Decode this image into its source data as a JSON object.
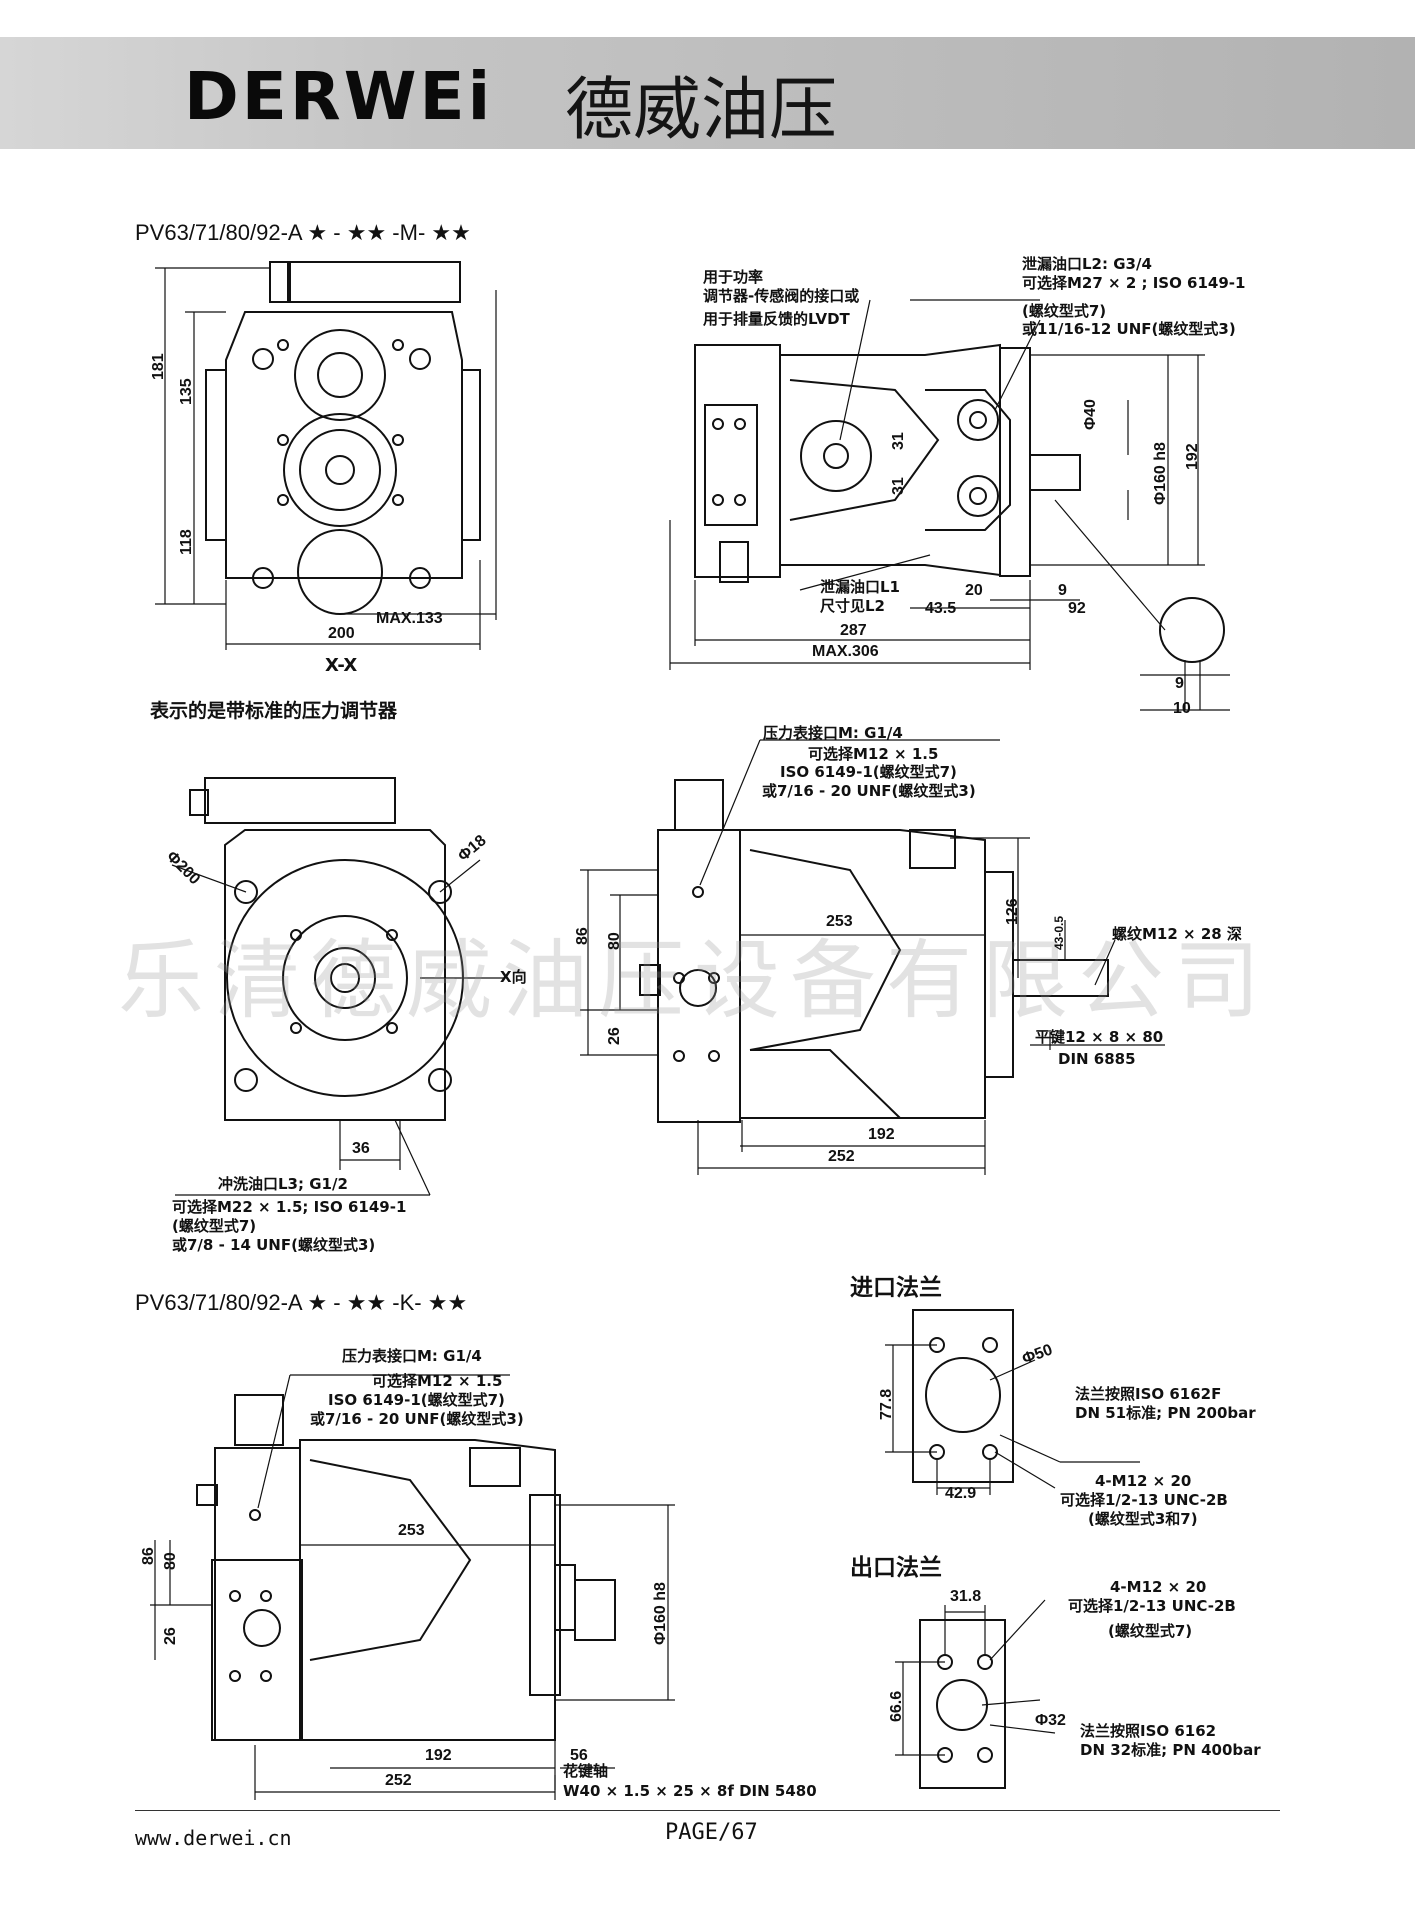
{
  "header": {
    "brand_latin": "DERWEi",
    "brand_cn": "德威油压"
  },
  "sections": {
    "m_title": "PV63/71/80/92-A ★ - ★★ -M- ★★",
    "k_title": "PV63/71/80/92-A ★ - ★★ -K- ★★",
    "pressure_caption": "表示的是带标准的压力调节器",
    "xx_label": "X-X",
    "x_dir": "X向"
  },
  "notes": {
    "n1": "用于功率",
    "n2": "调节器-传感阀的接口或",
    "n3": "用于排量反馈的LVDT",
    "l2_1": "泄漏油口L2: G3/4",
    "l2_2": "可选择M27 × 2 ; ISO 6149-1",
    "l2_3": "(螺纹型式7)",
    "l2_4": "或11/16-12 UNF(螺纹型式3)",
    "l1_1": "泄漏油口L1",
    "l1_2": "尺寸见L2",
    "m_1": "压力表接口M: G1/4",
    "m_2": "可选择M12 × 1.5",
    "m_3": "ISO 6149-1(螺纹型式7)",
    "m_4": "或7/16 - 20 UNF(螺纹型式3)",
    "l3_1": "冲洗油口L3; G1/2",
    "l3_2": "可选择M22 × 1.5; ISO 6149-1",
    "l3_3": "(螺纹型式7)",
    "l3_4": "或7/8 - 14 UNF(螺纹型式3)",
    "thread": "螺纹M12 × 28 深",
    "key_1": "平键12 × 8 × 80",
    "key_2": "DIN 6885",
    "k_m_1": "压力表接口M:  G1/4",
    "k_m_2": "可选择M12 × 1.5",
    "k_m_3": "ISO 6149-1(螺纹型式7)",
    "k_m_4": "或7/16 - 20 UNF(螺纹型式3)",
    "spline_1": "花键轴",
    "spline_2": "W40 × 1.5 × 25 × 8f  DIN 5480"
  },
  "dims": {
    "d181": "181",
    "d135": "135",
    "d118": "118",
    "d200": "200",
    "max133": "MAX.133",
    "d287": "287",
    "max306": "MAX.306",
    "d43_5": "43.5",
    "d20": "20",
    "d9": "9",
    "d92": "92",
    "d31a": "31",
    "d31b": "31",
    "phi40": "Φ40",
    "phi160": "Φ160 h8",
    "d192v": "192",
    "d9b": "9",
    "d10": "10",
    "phi200": "Φ200",
    "phi18": "Φ18",
    "d36": "36",
    "d86": "86",
    "d80": "80",
    "d26": "26",
    "d253": "253",
    "d126": "126",
    "d43_s": "43-0.5",
    "d192": "192",
    "d252": "252",
    "k86": "86",
    "k80": "80",
    "k26": "26",
    "k253": "253",
    "kphi160": "Φ160 h8",
    "k56": "56",
    "k192": "192",
    "k252": "252"
  },
  "inlet": {
    "title": "进口法兰",
    "dim_77_8": "77.8",
    "dim_42_9": "42.9",
    "phi50": "Φ50",
    "std_1": "法兰按照ISO 6162F",
    "std_2": "DN 51标准; PN 200bar",
    "bolt_1": "4-M12 × 20",
    "bolt_2": "可选择1/2-13 UNC-2B",
    "bolt_3": "(螺纹型式3和7)"
  },
  "outlet": {
    "title": "出口法兰",
    "dim_31_8": "31.8",
    "dim_66_6": "66.6",
    "phi32": "Φ32",
    "bolt_1": "4-M12 × 20",
    "bolt_2": "可选择1/2-13 UNC-2B",
    "bolt_3": "(螺纹型式7)",
    "std_1": "法兰按照ISO 6162",
    "std_2": "DN 32标准; PN 400bar"
  },
  "watermark": "乐清德威油压设备有限公司",
  "footer": {
    "url": "www.derwei.cn",
    "page": "PAGE/67"
  }
}
